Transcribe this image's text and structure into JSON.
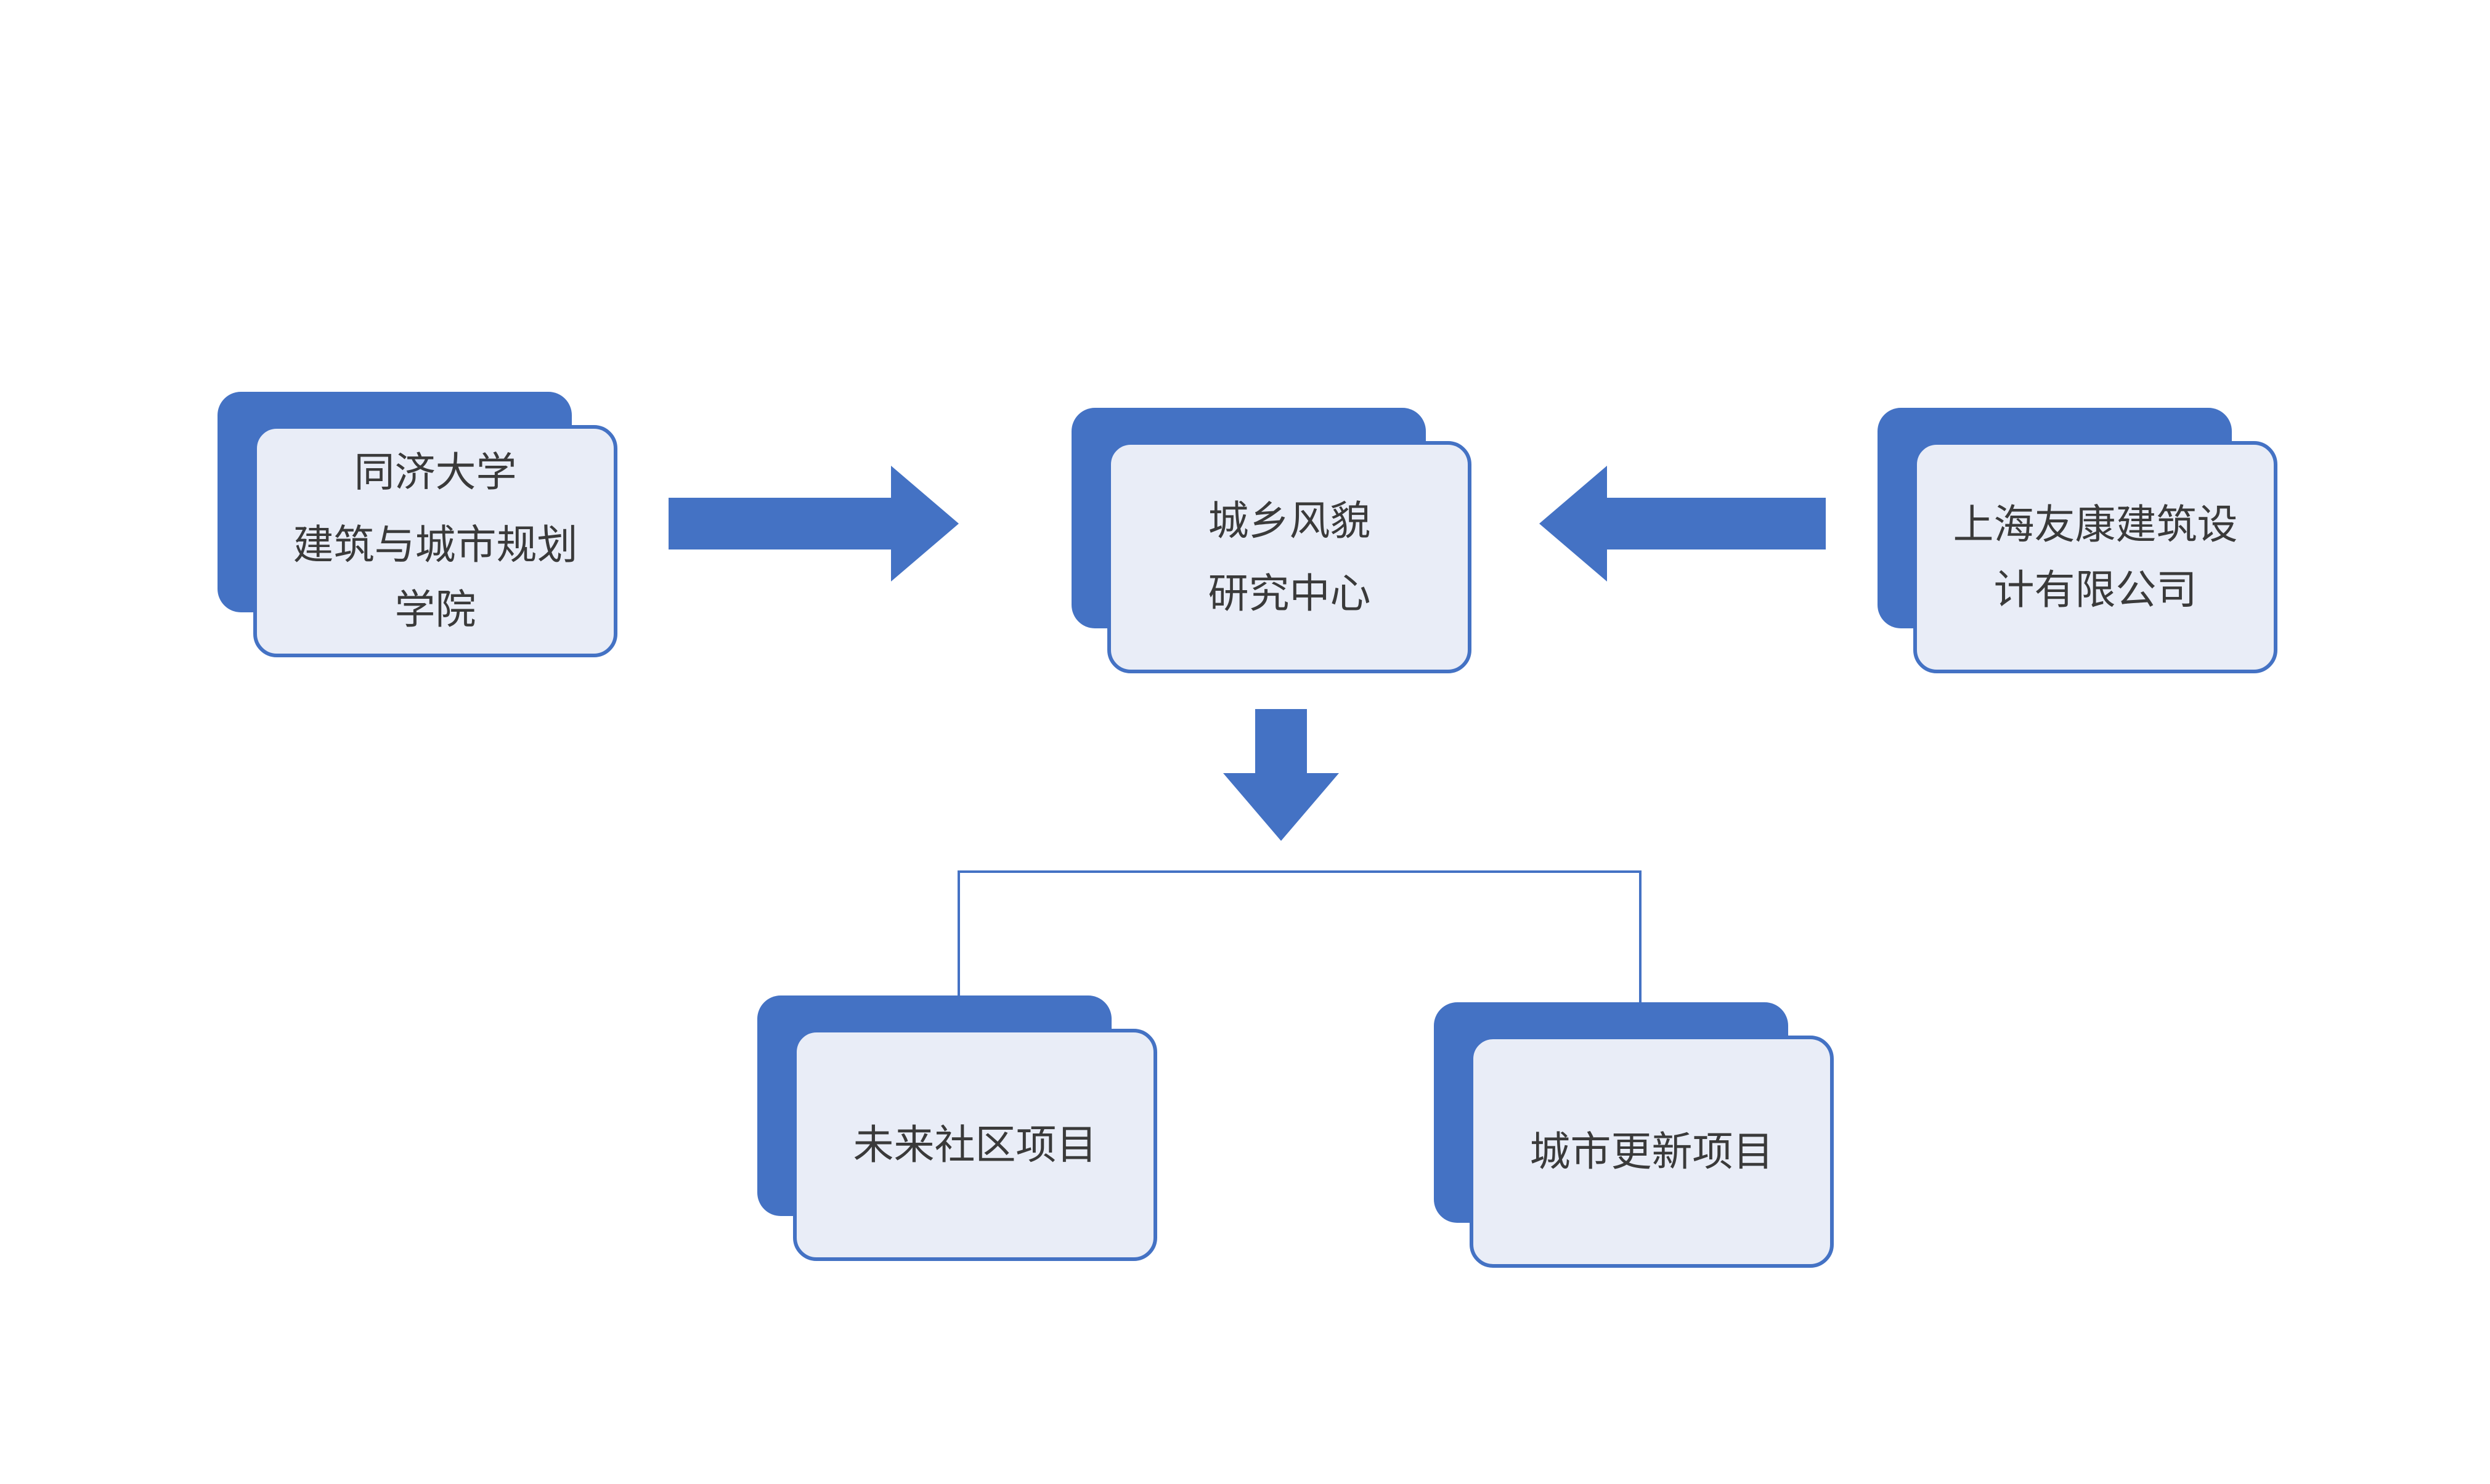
{
  "diagram": {
    "accent_color": "#4472C4",
    "node_fill": "#E9EDF7",
    "nodes": {
      "tongji": {
        "lines": [
          "同济大学",
          "建筑与城市规划学院"
        ]
      },
      "center": {
        "lines": [
          "城乡风貌",
          "研究中心"
        ]
      },
      "youkang": {
        "lines": [
          "上海友康建筑设计有限公司"
        ]
      },
      "future": {
        "lines": [
          "未来社区项目"
        ]
      },
      "renewal": {
        "lines": [
          "城市更新项目"
        ]
      }
    }
  }
}
